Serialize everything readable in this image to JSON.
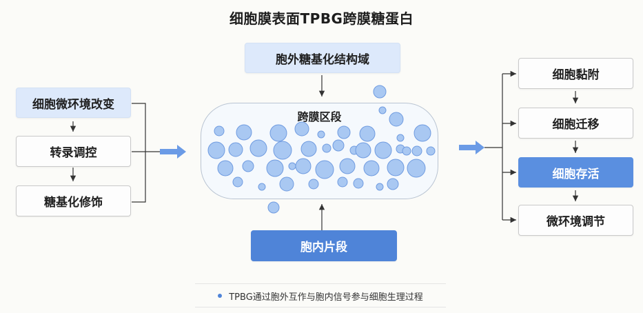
{
  "title": "细胞膜表面TPBG跨膜糖蛋白",
  "top_box": "胞外糖基化结构域",
  "membrane_label": "跨膜区段",
  "bottom_box": "胞内片段",
  "left_boxes": [
    "细胞微环境改变",
    "转录调控",
    "糖基化修饰"
  ],
  "right_boxes": [
    "细胞黏附",
    "细胞迁移",
    "细胞存活",
    "微环境调节"
  ],
  "footer_note": "TPBG通过胞外互作与胞内信号参与细胞生理过程",
  "colors": {
    "accent_blue": "#4f84d8",
    "pale_blue": "#dde9fb",
    "bubble_fill": "#a9c8f2",
    "bubble_stroke": "#6f9be0",
    "arrow_dark": "#333333",
    "arrow_blue": "#6b9be6"
  }
}
